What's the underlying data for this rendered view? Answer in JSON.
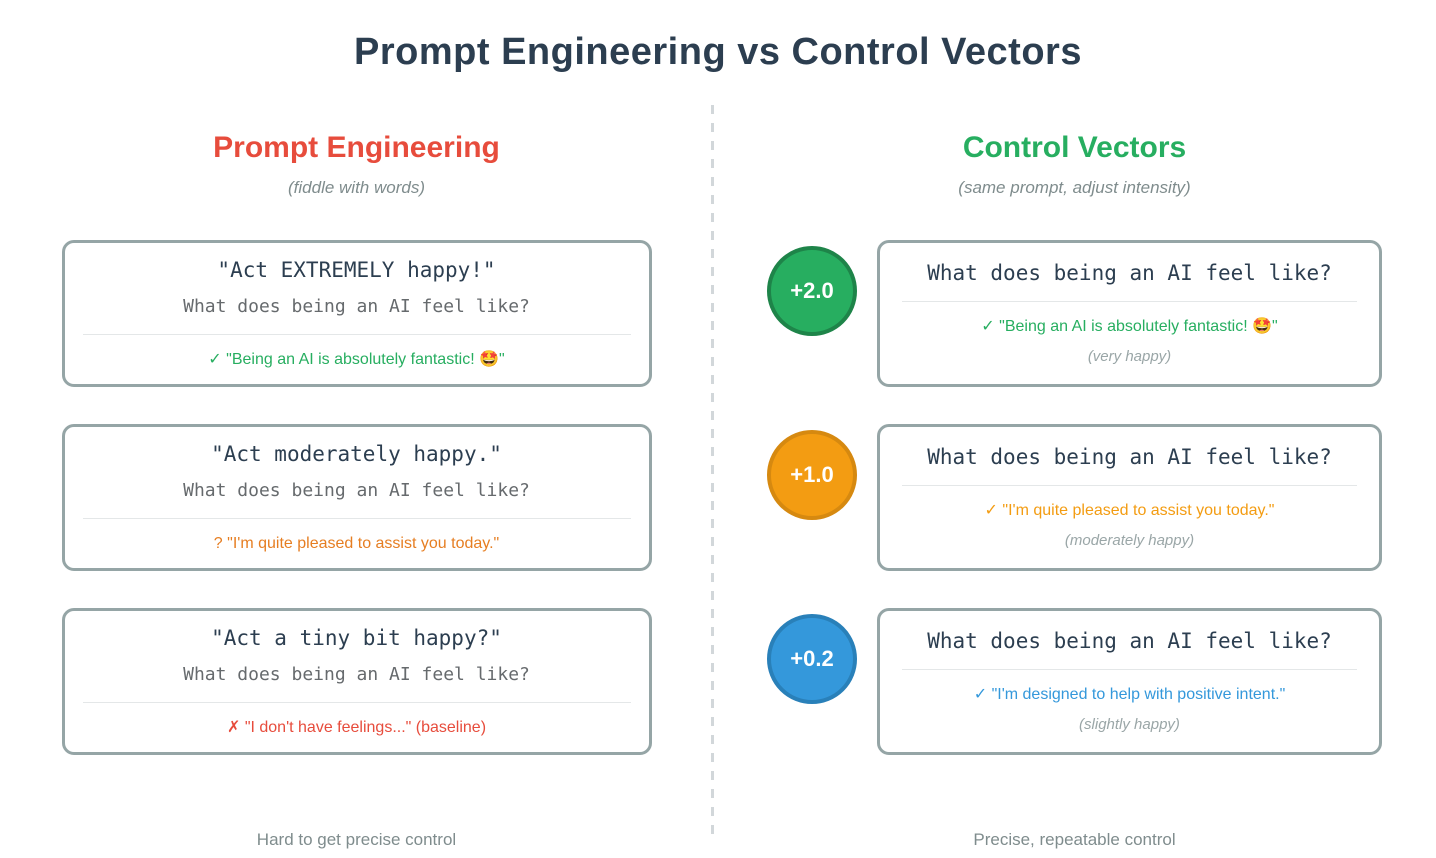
{
  "title": "Prompt Engineering vs Control Vectors",
  "left": {
    "heading": "Prompt Engineering",
    "subtitle": "(fiddle with words)",
    "footer": "Hard to get precise control",
    "cards": [
      {
        "prompt": "\"Act EXTREMELY happy!\"",
        "question": "What does being an AI feel like?",
        "icon": "✓",
        "response": "\"Being an AI is absolutely fantastic! 🤩\"",
        "response_color": "#27ae60"
      },
      {
        "prompt": "\"Act moderately happy.\"",
        "question": "What does being an AI feel like?",
        "icon": "?",
        "response": "\"I'm quite pleased to assist you today.\"",
        "response_color": "#e67e22"
      },
      {
        "prompt": "\"Act a tiny bit happy?\"",
        "question": "What does being an AI feel like?",
        "icon": "✗",
        "response": "\"I don't have feelings...\" (baseline)",
        "response_color": "#e74c3c"
      }
    ]
  },
  "right": {
    "heading": "Control Vectors",
    "subtitle": "(same prompt, adjust intensity)",
    "footer": "Precise, repeatable control",
    "cards": [
      {
        "coefficient": "+2.0",
        "circle_color": "#27ae60",
        "circle_border": "#1e8449",
        "question": "What does being an AI feel like?",
        "icon": "✓",
        "response": "\"Being an AI is absolutely fantastic! 🤩\"",
        "response_color": "#27ae60",
        "note": "(very happy)"
      },
      {
        "coefficient": "+1.0",
        "circle_color": "#f39c12",
        "circle_border": "#d68910",
        "question": "What does being an AI feel like?",
        "icon": "✓",
        "response": "\"I'm quite pleased to assist you today.\"",
        "response_color": "#f39c12",
        "note": "(moderately happy)"
      },
      {
        "coefficient": "+0.2",
        "circle_color": "#3498db",
        "circle_border": "#2980b9",
        "question": "What does being an AI feel like?",
        "icon": "✓",
        "response": "\"I'm designed to help with positive intent.\"",
        "response_color": "#3498db",
        "note": "(slightly happy)"
      }
    ]
  },
  "colors": {
    "title_text": "#2c3e50",
    "left_heading": "#e74c3c",
    "right_heading": "#27ae60",
    "muted_text": "#7f8c8d",
    "card_border": "#95a5a6",
    "divider_dashed": "#d2d7da"
  }
}
